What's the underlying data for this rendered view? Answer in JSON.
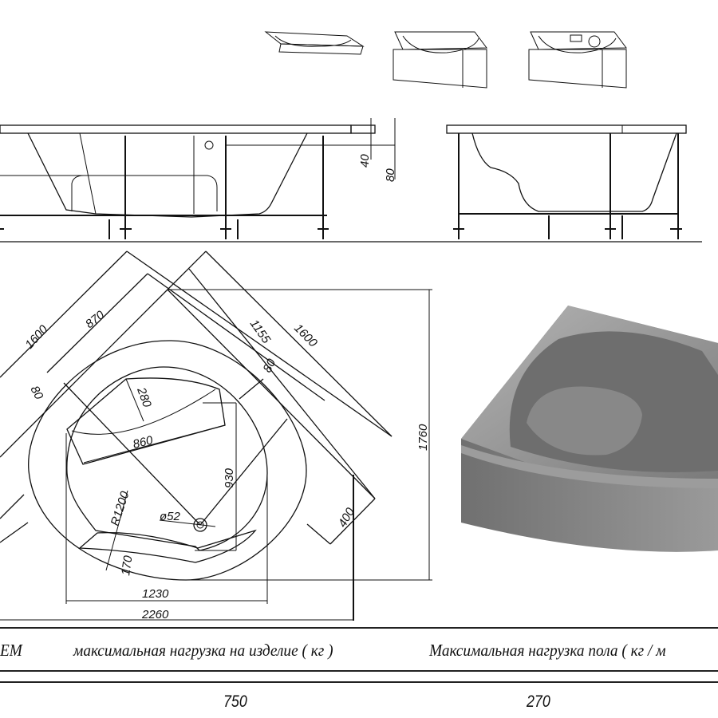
{
  "dimensions": {
    "side_rim_40": "40",
    "side_rim_80": "80",
    "outer_left_1600": "1600",
    "inner_left_870": "870",
    "inner_right_1155": "1155",
    "outer_right_1600": "1600",
    "rim_right_80": "80",
    "rim_left_80": "80",
    "seat_depth_280": "280",
    "seat_width_860": "860",
    "basin_depth_930": "930",
    "radius_r1200": "R1200",
    "drain_diameter": "ø52",
    "front_seat_170": "170",
    "basin_width_1230": "1230",
    "overall_width_2260": "2260",
    "overall_depth_1760": "1760",
    "front_panel_400": "400"
  },
  "table": {
    "col1_header": "EM",
    "col2_header": "максимальная нагрузка на изделие ( кг )",
    "col3_header": "Максимальная нагрузка пола ( кг / м",
    "col2_value": "750",
    "col3_value": "270"
  },
  "colors": {
    "line": "#111111",
    "render_gray": "#8a8a8a"
  }
}
